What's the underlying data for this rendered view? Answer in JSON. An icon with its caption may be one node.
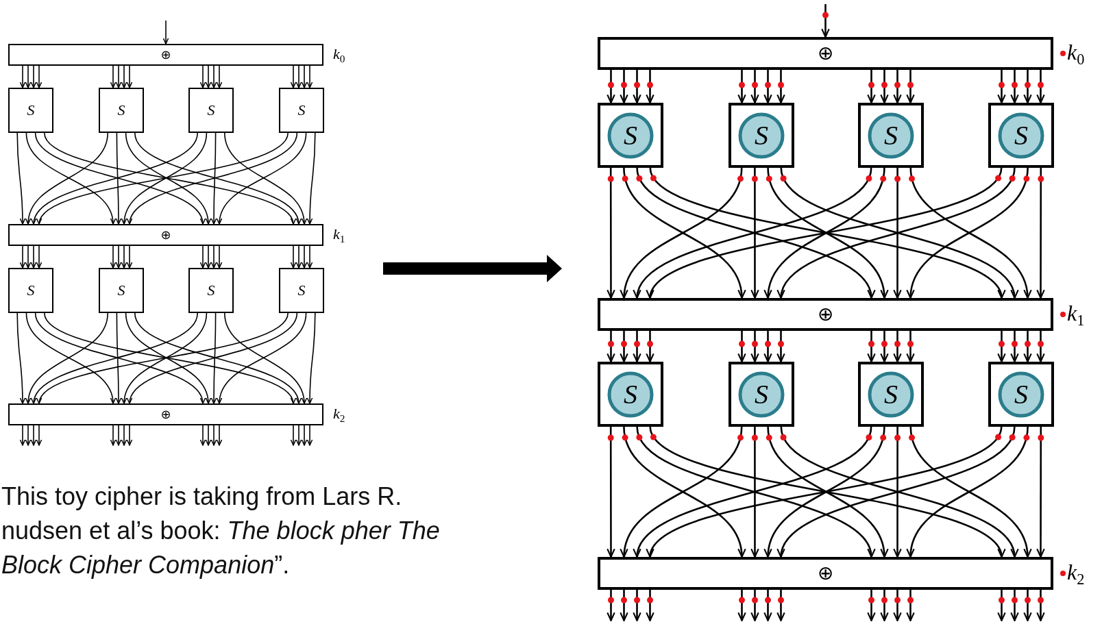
{
  "diagram": {
    "nodes": [
      {
        "text": [
          "⊕"
        ],
        "beside": [
          "k$_{0}$"
        ]
      },
      {
        "text": [
          "S"
        ]
      },
      {
        "text": [
          "S"
        ]
      },
      {
        "text": [
          "S"
        ]
      },
      {
        "text": [
          "S"
        ]
      },
      {
        "text": [
          "⊕"
        ],
        "beside": [
          "k$_{1}$"
        ]
      },
      {
        "text": [
          "S"
        ]
      },
      {
        "text": [
          "S"
        ]
      },
      {
        "text": [
          "S"
        ]
      },
      {
        "text": [
          "S"
        ]
      },
      {
        "text": [
          "⊕"
        ],
        "beside": [
          "k$_{2}$"
        ]
      },
      {
        "text": [
          "⊕"
        ],
        "beside": [
          "k$_{0}$"
        ]
      },
      {
        "text": [
          "S"
        ]
      },
      {
        "text": [
          "S"
        ]
      },
      {
        "text": [
          "S"
        ]
      },
      {
        "text": [
          "S"
        ]
      },
      {
        "text": [
          "⊕"
        ],
        "beside": [
          "k$_{1}$"
        ]
      },
      {
        "text": [
          "S"
        ]
      },
      {
        "text": [
          "S"
        ]
      },
      {
        "text": [
          "S"
        ]
      },
      {
        "text": [
          "S"
        ]
      },
      {
        "text": [
          "⊕"
        ],
        "beside": [
          "k$_{2}$"
        ]
      }
    ],
    "edges": [
      {
        "from": null,
        "to": 0,
        "arrow": "to"
      },
      {
        "from": 0,
        "to": 1,
        "arrow": "to"
      },
      {
        "from": 0,
        "to": 1,
        "arrow": "to"
      },
      {
        "from": 0,
        "to": 1,
        "arrow": "to"
      },
      {
        "from": 0,
        "to": 1,
        "arrow": "to"
      },
      {
        "from": 0,
        "to": 2,
        "arrow": "to"
      },
      {
        "from": 0,
        "to": 2,
        "arrow": "to"
      },
      {
        "from": 0,
        "to": 2,
        "arrow": "to"
      },
      {
        "from": 0,
        "to": 2,
        "arrow": "to"
      },
      {
        "from": 0,
        "to": 3,
        "arrow": "to"
      },
      {
        "from": 0,
        "to": 3,
        "arrow": "to"
      },
      {
        "from": 0,
        "to": 3,
        "arrow": "to"
      },
      {
        "from": 0,
        "to": 3,
        "arrow": "to"
      },
      {
        "from": 0,
        "to": 4,
        "arrow": "to"
      },
      {
        "from": 0,
        "to": 4,
        "arrow": "to"
      },
      {
        "from": 0,
        "to": 4,
        "arrow": "to"
      },
      {
        "from": 0,
        "to": 4,
        "arrow": "to"
      },
      {
        "from": 1,
        "to": 5,
        "arrow": "to"
      },
      {
        "from": 1,
        "to": 5,
        "arrow": "to"
      },
      {
        "from": 1,
        "to": 5,
        "arrow": "to"
      },
      {
        "from": 1,
        "to": 5,
        "arrow": "to"
      },
      {
        "from": 2,
        "to": 5,
        "arrow": "to"
      },
      {
        "from": 2,
        "to": 5,
        "arrow": "to"
      },
      {
        "from": 2,
        "to": 5,
        "arrow": "to"
      },
      {
        "from": 2,
        "to": 5,
        "arrow": "to"
      },
      {
        "from": 3,
        "to": 5,
        "arrow": "to"
      },
      {
        "from": 3,
        "to": 5,
        "arrow": "to"
      },
      {
        "from": 3,
        "to": 5,
        "arrow": "to"
      },
      {
        "from": 3,
        "to": 5,
        "arrow": "to"
      },
      {
        "from": 4,
        "to": 5,
        "arrow": "to"
      },
      {
        "from": 4,
        "to": 5,
        "arrow": "to"
      },
      {
        "from": 4,
        "to": 5,
        "arrow": "to"
      },
      {
        "from": 4,
        "to": 5,
        "arrow": "to"
      },
      {
        "from": 5,
        "to": 6,
        "arrow": "to"
      },
      {
        "from": 5,
        "to": 6,
        "arrow": "to"
      },
      {
        "from": 5,
        "to": 6,
        "arrow": "to"
      },
      {
        "from": 5,
        "to": 6,
        "arrow": "to"
      },
      {
        "from": 5,
        "to": 7,
        "arrow": "to"
      },
      {
        "from": 5,
        "to": 7,
        "arrow": "to"
      },
      {
        "from": 5,
        "to": 7,
        "arrow": "to"
      },
      {
        "from": 5,
        "to": 7,
        "arrow": "to"
      },
      {
        "from": 5,
        "to": 8,
        "arrow": "to"
      },
      {
        "from": 5,
        "to": 8,
        "arrow": "to"
      },
      {
        "from": 5,
        "to": 8,
        "arrow": "to"
      },
      {
        "from": 5,
        "to": 8,
        "arrow": "to"
      },
      {
        "from": 5,
        "to": 9,
        "arrow": "to"
      },
      {
        "from": 5,
        "to": 9,
        "arrow": "to"
      },
      {
        "from": 5,
        "to": 9,
        "arrow": "to"
      },
      {
        "from": 5,
        "to": 9,
        "arrow": "to"
      },
      {
        "from": 6,
        "to": 10,
        "arrow": "to"
      },
      {
        "from": 6,
        "to": 10,
        "arrow": "to"
      },
      {
        "from": 6,
        "to": 10,
        "arrow": "to"
      },
      {
        "from": 6,
        "to": 10,
        "arrow": "to"
      },
      {
        "from": 7,
        "to": 10,
        "arrow": "to"
      },
      {
        "from": 7,
        "to": 10,
        "arrow": "to"
      },
      {
        "from": 7,
        "to": 10,
        "arrow": "to"
      },
      {
        "from": 7,
        "to": 10,
        "arrow": "to"
      },
      {
        "from": 8,
        "to": 10,
        "arrow": "to"
      },
      {
        "from": 8,
        "to": 10,
        "arrow": "to"
      },
      {
        "from": 8,
        "to": 10,
        "arrow": "to"
      },
      {
        "from": 8,
        "to": 10,
        "arrow": "to"
      },
      {
        "from": 9,
        "to": 10,
        "arrow": "to"
      },
      {
        "from": 9,
        "to": 10,
        "arrow": "to"
      },
      {
        "from": 9,
        "to": 10,
        "arrow": "to"
      },
      {
        "from": 9,
        "to": 10,
        "arrow": "to"
      },
      {
        "from": 10,
        "to": null,
        "arrow": "to"
      },
      {
        "from": 10,
        "to": null,
        "arrow": "to"
      },
      {
        "from": 10,
        "to": null,
        "arrow": "to"
      },
      {
        "from": 10,
        "to": null,
        "arrow": "to"
      },
      {
        "from": 10,
        "to": null,
        "arrow": "to"
      },
      {
        "from": 10,
        "to": null,
        "arrow": "to"
      },
      {
        "from": 10,
        "to": null,
        "arrow": "to"
      },
      {
        "from": 10,
        "to": null,
        "arrow": "to"
      },
      {
        "from": 10,
        "to": null,
        "arrow": "to"
      },
      {
        "from": 10,
        "to": null,
        "arrow": "to"
      },
      {
        "from": 10,
        "to": null,
        "arrow": "to"
      },
      {
        "from": 10,
        "to": null,
        "arrow": "to"
      },
      {
        "from": 10,
        "to": null,
        "arrow": "to"
      },
      {
        "from": 10,
        "to": null,
        "arrow": "to"
      },
      {
        "from": 10,
        "to": null,
        "arrow": "to"
      },
      {
        "from": 10,
        "to": null,
        "arrow": "to"
      },
      {
        "from": null,
        "to": 11,
        "arrow": "to"
      },
      {
        "from": 11,
        "to": 12,
        "arrow": "to"
      },
      {
        "from": 11,
        "to": 12,
        "arrow": "to"
      },
      {
        "from": 11,
        "to": 12,
        "arrow": "to"
      },
      {
        "from": 11,
        "to": 12,
        "arrow": "to"
      },
      {
        "from": 11,
        "to": 13,
        "arrow": "to"
      },
      {
        "from": 11,
        "to": 13,
        "arrow": "to"
      },
      {
        "from": 11,
        "to": 13,
        "arrow": "to"
      },
      {
        "from": 11,
        "to": 13,
        "arrow": "to"
      },
      {
        "from": 11,
        "to": 14,
        "arrow": "to"
      },
      {
        "from": 11,
        "to": 14,
        "arrow": "to"
      },
      {
        "from": 11,
        "to": 14,
        "arrow": "to"
      },
      {
        "from": 11,
        "to": 14,
        "arrow": "to"
      },
      {
        "from": 11,
        "to": 15,
        "arrow": "to"
      },
      {
        "from": 11,
        "to": 15,
        "arrow": "to"
      },
      {
        "from": 11,
        "to": 15,
        "arrow": "to"
      },
      {
        "from": 11,
        "to": 15,
        "arrow": "to"
      },
      {
        "from": 12,
        "to": 16,
        "arrow": "to"
      },
      {
        "from": 12,
        "to": 16,
        "arrow": "to"
      },
      {
        "from": 12,
        "to": 16,
        "arrow": "to"
      },
      {
        "from": 12,
        "to": 16,
        "arrow": "to"
      },
      {
        "from": 13,
        "to": 16,
        "arrow": "to"
      },
      {
        "from": 13,
        "to": 16,
        "arrow": "to"
      },
      {
        "from": 13,
        "to": 16,
        "arrow": "to"
      },
      {
        "from": 13,
        "to": 16,
        "arrow": "to"
      },
      {
        "from": 14,
        "to": 16,
        "arrow": "to"
      },
      {
        "from": 14,
        "to": 16,
        "arrow": "to"
      },
      {
        "from": 14,
        "to": 16,
        "arrow": "to"
      },
      {
        "from": 14,
        "to": 16,
        "arrow": "to"
      },
      {
        "from": 15,
        "to": 16,
        "arrow": "to"
      },
      {
        "from": 15,
        "to": 16,
        "arrow": "to"
      },
      {
        "from": 15,
        "to": 16,
        "arrow": "to"
      },
      {
        "from": 15,
        "to": 16,
        "arrow": "to"
      },
      {
        "from": 16,
        "to": 17,
        "arrow": "to"
      },
      {
        "from": 16,
        "to": 17,
        "arrow": "to"
      },
      {
        "from": 16,
        "to": 17,
        "arrow": "to"
      },
      {
        "from": 16,
        "to": 17,
        "arrow": "to"
      },
      {
        "from": 16,
        "to": 18,
        "arrow": "to"
      },
      {
        "from": 16,
        "to": 18,
        "arrow": "to"
      },
      {
        "from": 16,
        "to": 18,
        "arrow": "to"
      },
      {
        "from": 16,
        "to": 18,
        "arrow": "to"
      },
      {
        "from": 16,
        "to": 19,
        "arrow": "to"
      },
      {
        "from": 16,
        "to": 19,
        "arrow": "to"
      },
      {
        "from": 16,
        "to": 19,
        "arrow": "to"
      },
      {
        "from": 16,
        "to": 19,
        "arrow": "to"
      },
      {
        "from": 16,
        "to": 20,
        "arrow": "to"
      },
      {
        "from": 16,
        "to": 20,
        "arrow": "to"
      },
      {
        "from": 16,
        "to": 20,
        "arrow": "to"
      },
      {
        "from": 16,
        "to": 20,
        "arrow": "to"
      },
      {
        "from": 17,
        "to": 21,
        "arrow": "to"
      },
      {
        "from": 17,
        "to": 21,
        "arrow": "to"
      },
      {
        "from": 17,
        "to": 21,
        "arrow": "to"
      },
      {
        "from": 17,
        "to": 21,
        "arrow": "to"
      },
      {
        "from": 18,
        "to": 21,
        "arrow": "to"
      },
      {
        "from": 18,
        "to": 21,
        "arrow": "to"
      },
      {
        "from": 18,
        "to": 21,
        "arrow": "to"
      },
      {
        "from": 18,
        "to": 21,
        "arrow": "to"
      },
      {
        "from": 19,
        "to": 21,
        "arrow": "to"
      },
      {
        "from": 19,
        "to": 21,
        "arrow": "to"
      },
      {
        "from": 19,
        "to": 21,
        "arrow": "to"
      },
      {
        "from": 19,
        "to": 21,
        "arrow": "to"
      },
      {
        "from": 20,
        "to": 21,
        "arrow": "to"
      },
      {
        "from": 20,
        "to": 21,
        "arrow": "to"
      },
      {
        "from": 20,
        "to": 21,
        "arrow": "to"
      },
      {
        "from": 20,
        "to": 21,
        "arrow": "to"
      },
      {
        "from": 21,
        "to": null,
        "arrow": "to"
      },
      {
        "from": 21,
        "to": null,
        "arrow": "to"
      },
      {
        "from": 21,
        "to": null,
        "arrow": "to"
      },
      {
        "from": 21,
        "to": null,
        "arrow": "to"
      },
      {
        "from": 21,
        "to": null,
        "arrow": "to"
      },
      {
        "from": 21,
        "to": null,
        "arrow": "to"
      },
      {
        "from": 21,
        "to": null,
        "arrow": "to"
      },
      {
        "from": 21,
        "to": null,
        "arrow": "to"
      },
      {
        "from": 21,
        "to": null,
        "arrow": "to"
      },
      {
        "from": 21,
        "to": null,
        "arrow": "to"
      },
      {
        "from": 21,
        "to": null,
        "arrow": "to"
      },
      {
        "from": 21,
        "to": null,
        "arrow": "to"
      },
      {
        "from": 21,
        "to": null,
        "arrow": "to"
      },
      {
        "from": 21,
        "to": null,
        "arrow": "to"
      },
      {
        "from": 21,
        "to": null,
        "arrow": "to"
      },
      {
        "from": 21,
        "to": null,
        "arrow": "to"
      }
    ],
    "labels": [
      "This toy cipher is taking from Lars R. nudsen et al’s book: *The block pher The Block Cipher Companion*”."
    ]
  }
}
